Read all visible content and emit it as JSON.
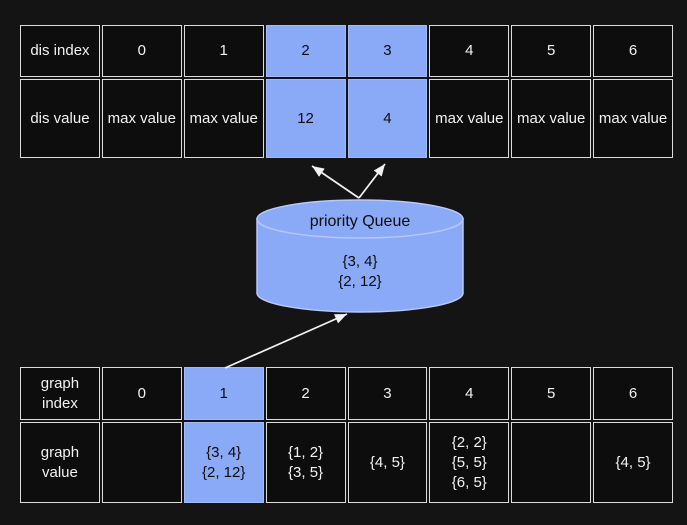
{
  "colors": {
    "background": "#141414",
    "cell_background": "#0d0d0d",
    "highlight_blue": "#8aaaf8",
    "cell_border": "#dcdcdc",
    "text_light": "#f2f2f2",
    "text_dark": "#0d0d0d"
  },
  "dis_table": {
    "index_label": "dis index",
    "value_label": "dis value",
    "cells": [
      {
        "index": "0",
        "value": "max value",
        "highlight": false
      },
      {
        "index": "1",
        "value": "max value",
        "highlight": false
      },
      {
        "index": "2",
        "value": "12",
        "highlight": true
      },
      {
        "index": "3",
        "value": "4",
        "highlight": true
      },
      {
        "index": "4",
        "value": "max value",
        "highlight": false
      },
      {
        "index": "5",
        "value": "max value",
        "highlight": false
      },
      {
        "index": "6",
        "value": "max value",
        "highlight": false
      }
    ]
  },
  "priority_queue": {
    "title": "priority Queue",
    "items": "{3, 4}\n{2, 12}"
  },
  "graph_table": {
    "index_label": "graph\nindex",
    "value_label": "graph\nvalue",
    "cells": [
      {
        "index": "0",
        "value": "",
        "highlight": false
      },
      {
        "index": "1",
        "value": "{3, 4}\n{2, 12}",
        "highlight": true
      },
      {
        "index": "2",
        "value": "{1, 2}\n{3, 5}",
        "highlight": false
      },
      {
        "index": "3",
        "value": "{4, 5}",
        "highlight": false
      },
      {
        "index": "4",
        "value": "{2, 2}\n{5, 5}\n{6, 5}",
        "highlight": false
      },
      {
        "index": "5",
        "value": "",
        "highlight": false
      },
      {
        "index": "6",
        "value": "{4, 5}",
        "highlight": false
      }
    ]
  }
}
